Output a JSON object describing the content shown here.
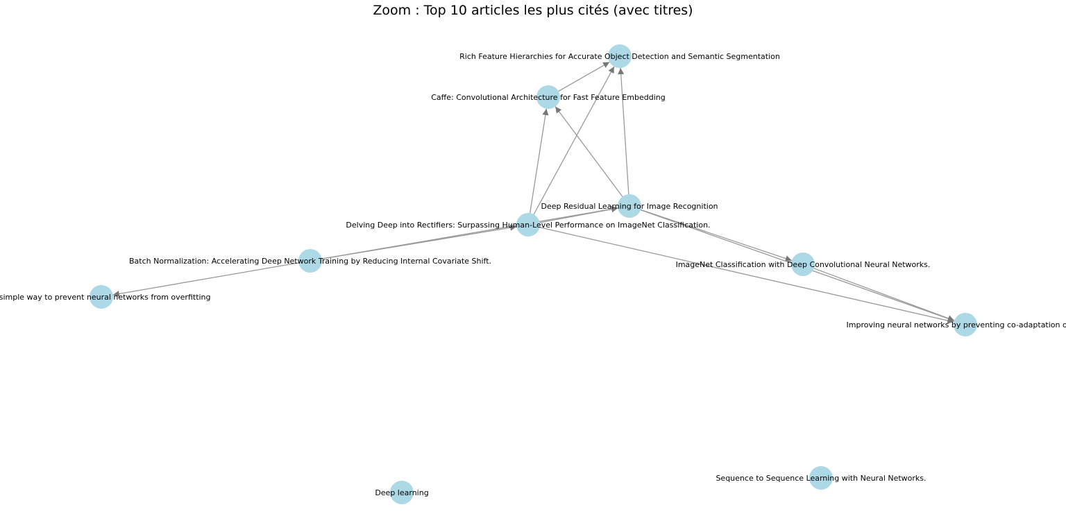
{
  "title": "Zoom : Top 10 articles les plus cités (avec titres)",
  "node_color": "#add8e6",
  "edge_color": "#999999",
  "nodes": [
    {
      "id": "rich",
      "label": "Rich Feature Hierarchies for Accurate Object Detection and Semantic Segmentation"
    },
    {
      "id": "caffe",
      "label": "Caffe: Convolutional Architecture for Fast Feature Embedding"
    },
    {
      "id": "resnet",
      "label": "Deep Residual Learning for Image Recognition"
    },
    {
      "id": "prelu",
      "label": "Delving Deep into Rectifiers: Surpassing Human-Level Performance on ImageNet Classification."
    },
    {
      "id": "bn",
      "label": "Batch Normalization: Accelerating Deep Network Training by Reducing Internal Covariate Shift."
    },
    {
      "id": "dropout",
      "label": "a simple way to prevent neural networks from overfitting"
    },
    {
      "id": "alexnet",
      "label": "ImageNet Classification with Deep Convolutional Neural Networks."
    },
    {
      "id": "coadapt",
      "label": "Improving neural networks by preventing co-adaptation of fea"
    },
    {
      "id": "seq2seq",
      "label": "Sequence to Sequence Learning with Neural Networks."
    },
    {
      "id": "dl",
      "label": "Deep learning"
    }
  ],
  "edges": [
    {
      "source": "caffe",
      "target": "rich"
    },
    {
      "source": "prelu",
      "target": "rich"
    },
    {
      "source": "resnet",
      "target": "rich"
    },
    {
      "source": "prelu",
      "target": "caffe"
    },
    {
      "source": "resnet",
      "target": "caffe"
    },
    {
      "source": "prelu",
      "target": "resnet"
    },
    {
      "source": "bn",
      "target": "prelu"
    },
    {
      "source": "bn",
      "target": "resnet"
    },
    {
      "source": "bn",
      "target": "dropout"
    },
    {
      "source": "prelu",
      "target": "coadapt"
    },
    {
      "source": "resnet",
      "target": "alexnet"
    },
    {
      "source": "resnet",
      "target": "coadapt"
    },
    {
      "source": "alexnet",
      "target": "coadapt"
    }
  ]
}
